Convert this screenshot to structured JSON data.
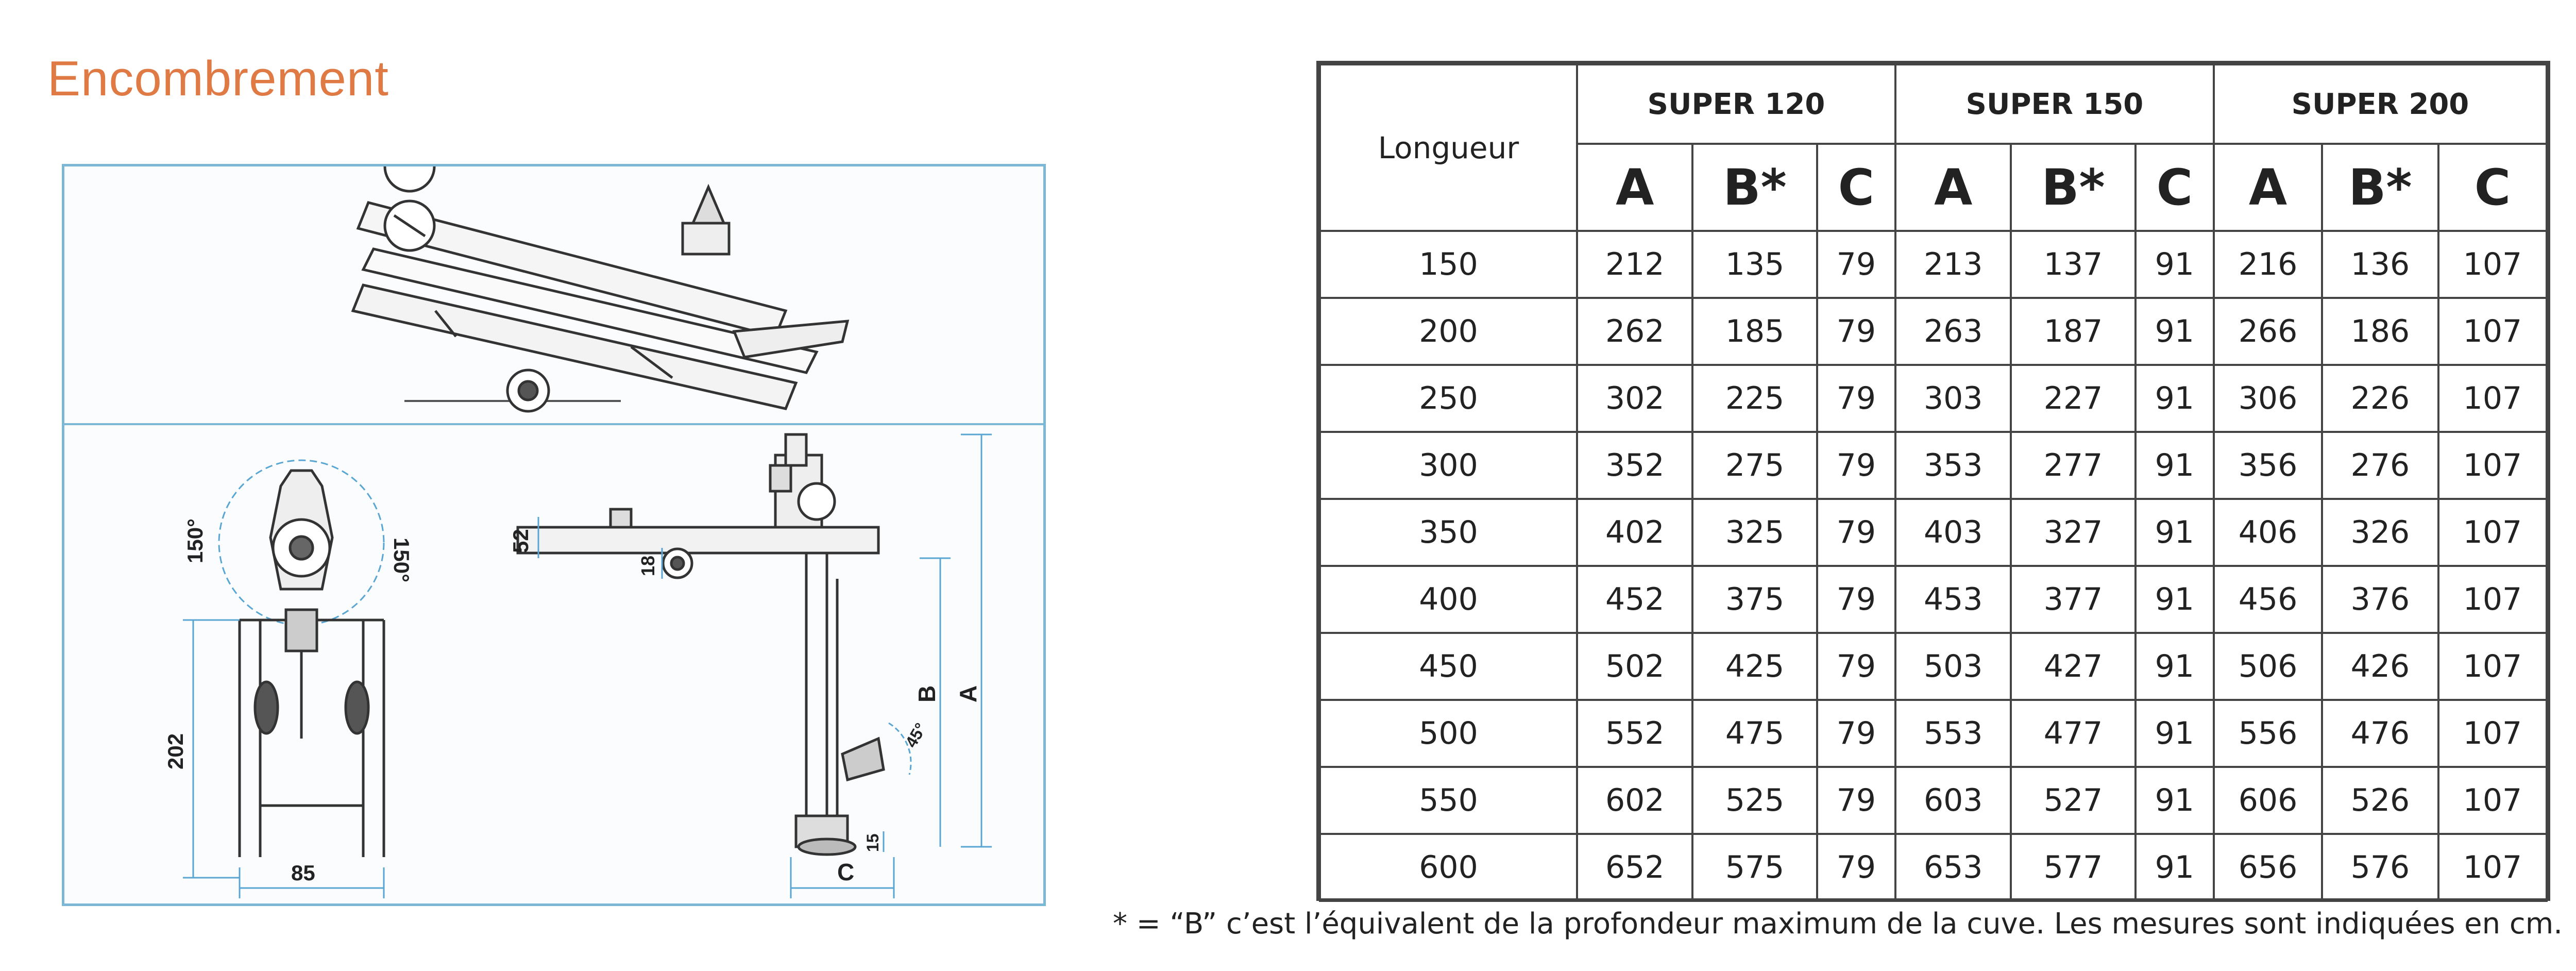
{
  "title": "Encombrement",
  "drawing": {
    "dim_150_left": "150°",
    "dim_150_right": "150°",
    "dim_202": "202",
    "dim_85": "85",
    "dim_52": "52",
    "dim_18": "18",
    "dim_B": "B",
    "dim_A": "A",
    "dim_45": "45°",
    "dim_15": "15",
    "dim_C": "C"
  },
  "table": {
    "length_header": "Longueur",
    "models": [
      "SUPER 120",
      "SUPER 150",
      "SUPER 200"
    ],
    "columns": [
      "A",
      "B*",
      "C",
      "A",
      "B*",
      "C",
      "A",
      "B*",
      "C"
    ],
    "rows": [
      {
        "length": "150",
        "values": [
          "212",
          "135",
          "79",
          "213",
          "137",
          "91",
          "216",
          "136",
          "107"
        ]
      },
      {
        "length": "200",
        "values": [
          "262",
          "185",
          "79",
          "263",
          "187",
          "91",
          "266",
          "186",
          "107"
        ]
      },
      {
        "length": "250",
        "values": [
          "302",
          "225",
          "79",
          "303",
          "227",
          "91",
          "306",
          "226",
          "107"
        ]
      },
      {
        "length": "300",
        "values": [
          "352",
          "275",
          "79",
          "353",
          "277",
          "91",
          "356",
          "276",
          "107"
        ]
      },
      {
        "length": "350",
        "values": [
          "402",
          "325",
          "79",
          "403",
          "327",
          "91",
          "406",
          "326",
          "107"
        ]
      },
      {
        "length": "400",
        "values": [
          "452",
          "375",
          "79",
          "453",
          "377",
          "91",
          "456",
          "376",
          "107"
        ]
      },
      {
        "length": "450",
        "values": [
          "502",
          "425",
          "79",
          "503",
          "427",
          "91",
          "506",
          "426",
          "107"
        ]
      },
      {
        "length": "500",
        "values": [
          "552",
          "475",
          "79",
          "553",
          "477",
          "91",
          "556",
          "476",
          "107"
        ]
      },
      {
        "length": "550",
        "values": [
          "602",
          "525",
          "79",
          "603",
          "527",
          "91",
          "606",
          "526",
          "107"
        ]
      },
      {
        "length": "600",
        "values": [
          "652",
          "575",
          "79",
          "653",
          "577",
          "91",
          "656",
          "576",
          "107"
        ]
      }
    ]
  },
  "footnote": "* = “B” c’est l’équivalent de la profondeur maximum de la cuve. Les mesures sont indiquées en cm.",
  "colors": {
    "title": "#e07a45",
    "frame": "#7db7d6",
    "dimension": "#5aa6d3"
  }
}
